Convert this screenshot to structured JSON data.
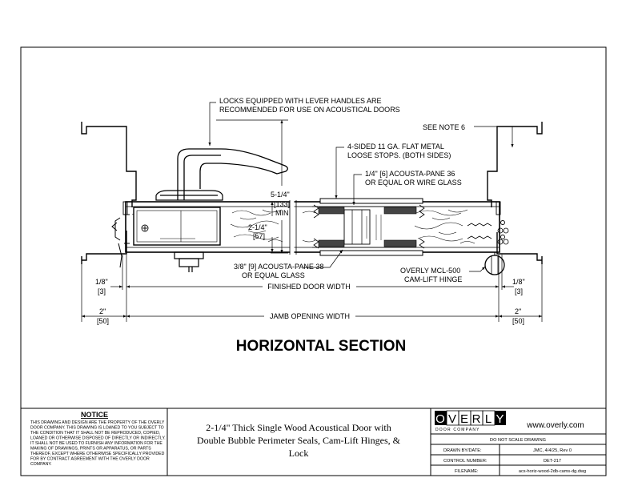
{
  "drawing": {
    "section_title": "HORIZONTAL SECTION",
    "callouts": {
      "locks_line1": "LOCKS EQUIPPED WITH LEVER HANDLES ARE",
      "locks_line2": "RECOMMENDED FOR USE ON ACOUSTICAL DOORS",
      "see_note": "SEE NOTE 6",
      "stops_line1": "4-SIDED 11 GA. FLAT METAL",
      "stops_line2": "LOOSE STOPS. (BOTH SIDES)",
      "pane36_line1": "1/4\" [6] ACOUSTA-PANE 36",
      "pane36_line2": "OR EQUAL OR WIRE GLASS",
      "pane38_line1": "3/8\" [9] ACOUSTA-PANE 38",
      "pane38_line2": "OR EQUAL GLASS",
      "hinge_line1": "OVERLY MCL-500",
      "hinge_line2": "CAM-LIFT HINGE"
    },
    "dimensions": {
      "height_outer_a": "5-1/4\"",
      "height_outer_b": "[133]",
      "height_outer_c": "MIN",
      "height_inner_a": "2-1/4\"",
      "height_inner_b": "[57]",
      "gap_left_a": "1/8\"",
      "gap_left_b": "[3]",
      "gap_right_a": "1/8\"",
      "gap_right_b": "[3]",
      "finished_width": "FINISHED DOOR WIDTH",
      "jamb_left_a": "2\"",
      "jamb_left_b": "[50]",
      "jamb_right_a": "2\"",
      "jamb_right_b": "[50]",
      "jamb_width": "JAMB OPENING WIDTH"
    }
  },
  "title_block": {
    "notice_title": "NOTICE",
    "notice_lines": [
      "THIS DRAWING AND DESIGN ARE THE PROPERTY OF THE OVERLY",
      "DOOR COMPANY.  THIS DRAWING IS LOANED TO YOU SUBJECT TO",
      "THE CONDITION THAT IT SHALL NOT BE REPRODUCED, COPIED,",
      "LOANED OR OTHERWISE DISPOSED OF DIRECTLY OR INDIRECTLY.",
      "IT SHALL NOT BE USED TO FURNISH ANY INFORMATION FOR THE",
      "MAKING OF DRAWINGS, PRINTS OR APPARATUS, OR PARTS",
      "THEREOF, EXCEPT WHERE OTHERWISE SPECIFICALLY PROVIDED",
      "FOR BY CONTRACT AGREEMENT WITH THE OVERLY DOOR",
      "COMPANY."
    ],
    "description_line1": "2-1/4\" Thick Single Wood Acoustical Door with",
    "description_line2": "Double Bubble Perimeter Seals, Cam-Lift Hinges, &",
    "description_line3": "Lock",
    "logo_letters": [
      "O",
      "V",
      "E",
      "R",
      "L",
      "Y"
    ],
    "logo_sub": "DOOR COMPANY",
    "website": "www.overly.com",
    "scale_note": "DO NOT SCALE DRAWING",
    "drawn_by_label": "DRAWN BY/DATE:",
    "drawn_by_value": "JMC, 4/4/25, Rev 0",
    "control_label": "CONTROL NUMBER:",
    "control_value": "DET-217",
    "filename_label": "FILENAME:",
    "filename_value": "acs-horiz-wood-2db-cams-dg.dwg"
  }
}
